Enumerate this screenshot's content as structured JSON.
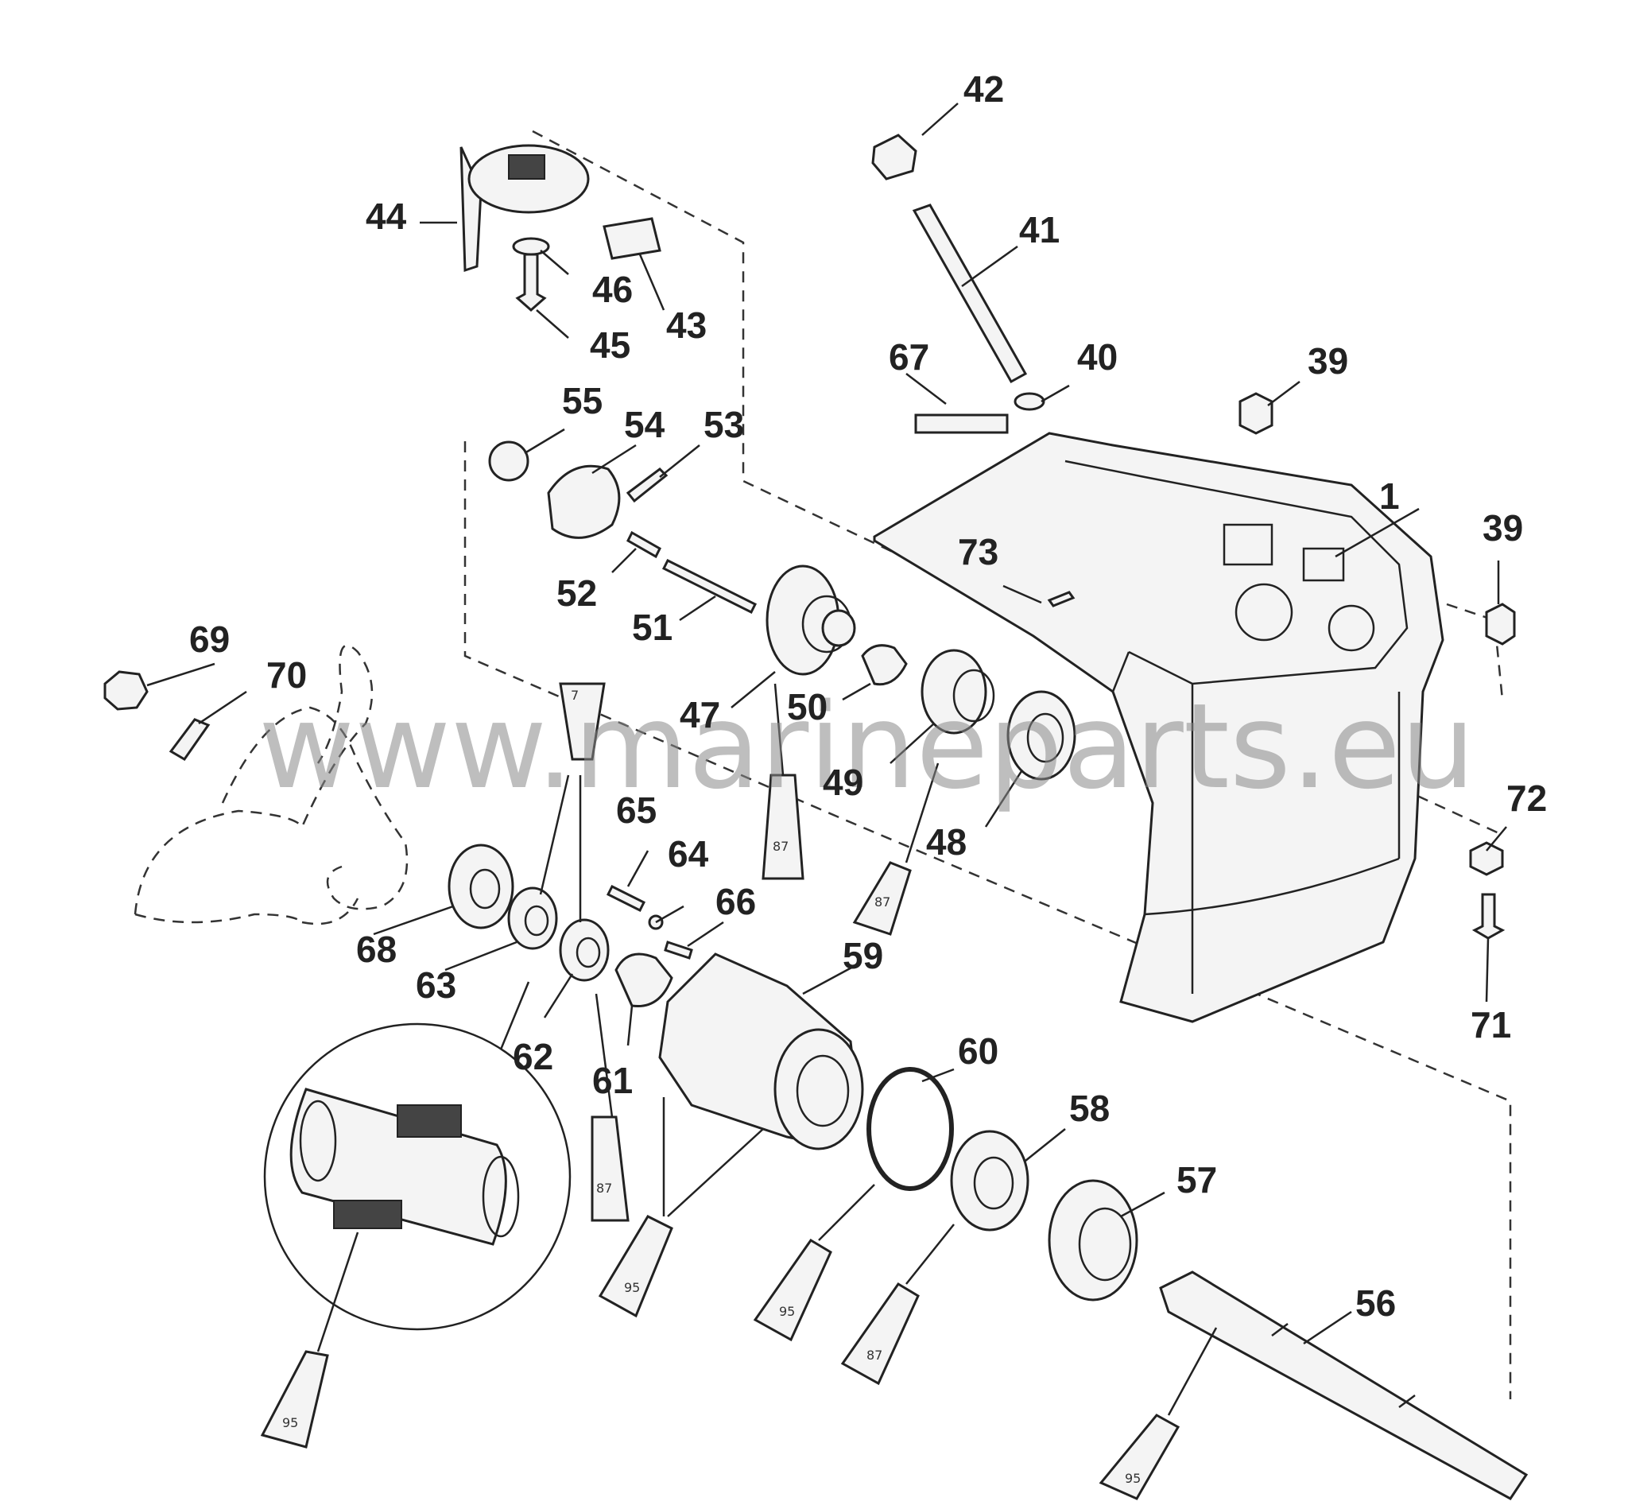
{
  "watermark": "www.marineparts.eu",
  "callouts": {
    "c1": "1",
    "c39a": "39",
    "c39b": "39",
    "c40": "40",
    "c41": "41",
    "c42": "42",
    "c43": "43",
    "c44": "44",
    "c45": "45",
    "c46": "46",
    "c47": "47",
    "c48": "48",
    "c49": "49",
    "c50": "50",
    "c51": "51",
    "c52": "52",
    "c53": "53",
    "c54": "54",
    "c55": "55",
    "c56": "56",
    "c57": "57",
    "c58": "58",
    "c59": "59",
    "c60": "60",
    "c61": "61",
    "c62": "62",
    "c63": "63",
    "c64": "64",
    "c65": "65",
    "c66": "66",
    "c67": "67",
    "c68": "68",
    "c69": "69",
    "c70": "70",
    "c71": "71",
    "c72": "72",
    "c73": "73"
  },
  "tubes": {
    "t7": "7",
    "t87a": "87",
    "t87b": "87",
    "t87c": "87",
    "t87d": "87",
    "t95a": "95",
    "t95b": "95",
    "t95c": "95",
    "t95d": "95"
  }
}
